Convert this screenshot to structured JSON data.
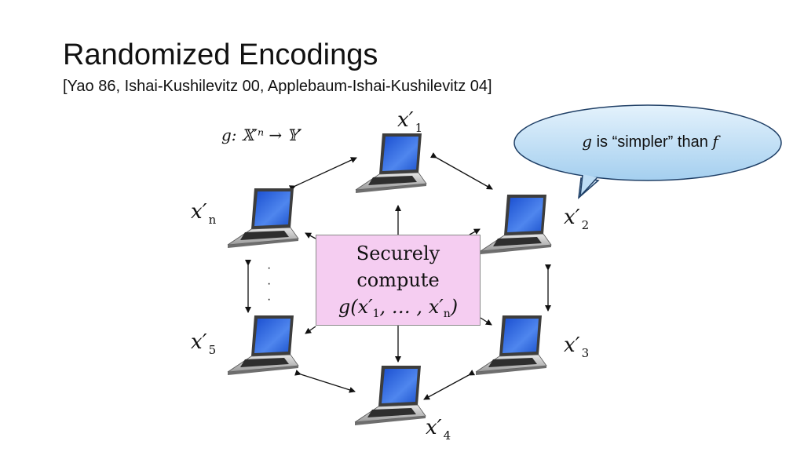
{
  "slide": {
    "title": "Randomized Encodings",
    "subtitle": "[Yao 86, Ishai-Kushilevitz 00, Applebaum-Ishai-Kushilevitz 04]",
    "function_def": "g: 𝕏′ⁿ → 𝕐′"
  },
  "bubble": {
    "g": "g",
    "text": " is “simpler” than ",
    "f": "f"
  },
  "center": {
    "line1": "Securely",
    "line2": "compute",
    "formula_start": "g(x′",
    "sub1": "1",
    "formula_mid": ", … , x′",
    "subn": "n",
    "formula_end": ")"
  },
  "parties": [
    {
      "var": "x′",
      "sub": "1"
    },
    {
      "var": "x′",
      "sub": "2"
    },
    {
      "var": "x′",
      "sub": "3"
    },
    {
      "var": "x′",
      "sub": "4"
    },
    {
      "var": "x′",
      "sub": "5"
    },
    {
      "var": "x′",
      "sub": "n"
    }
  ],
  "ellipsis": "·\n·\n·",
  "colors": {
    "box_fill": "#f5cdf1",
    "bubble_fill_top": "#dff0fb",
    "bubble_fill_bottom": "#a9d2f0",
    "screen": "#2f63d9"
  },
  "icons": [
    "laptop-icon"
  ]
}
